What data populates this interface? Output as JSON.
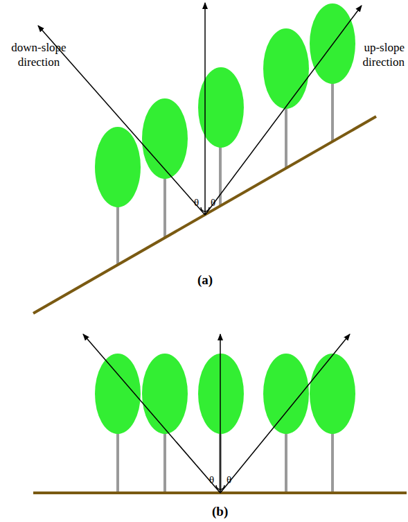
{
  "diagram": {
    "labels": [
      "down-slope direction",
      "up-slope direction",
      "θ",
      "θ",
      "(a)",
      "θ",
      "θ",
      "(b)"
    ]
  }
}
